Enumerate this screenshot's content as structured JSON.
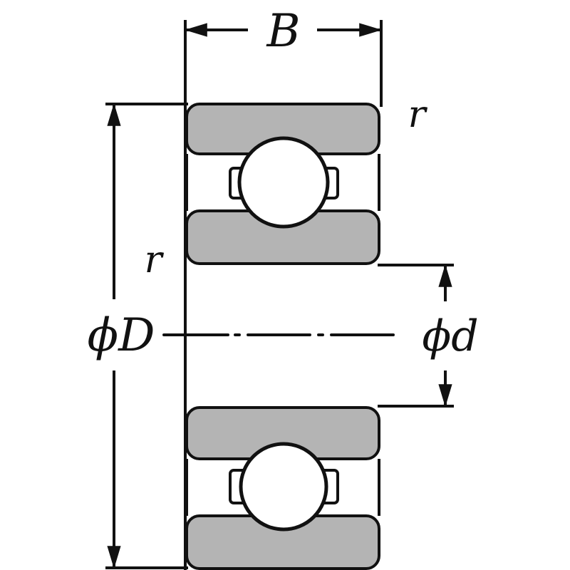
{
  "diagram": {
    "type": "deep groove ball bearing cross-section",
    "labels": {
      "width": "B",
      "outer_diameter": "ϕD",
      "bore_diameter": "ϕd",
      "chamfer_top": "r",
      "chamfer_left": "r"
    },
    "colors": {
      "ring_fill": "#b4b4b4",
      "line": "#111111",
      "background": "#ffffff"
    }
  }
}
